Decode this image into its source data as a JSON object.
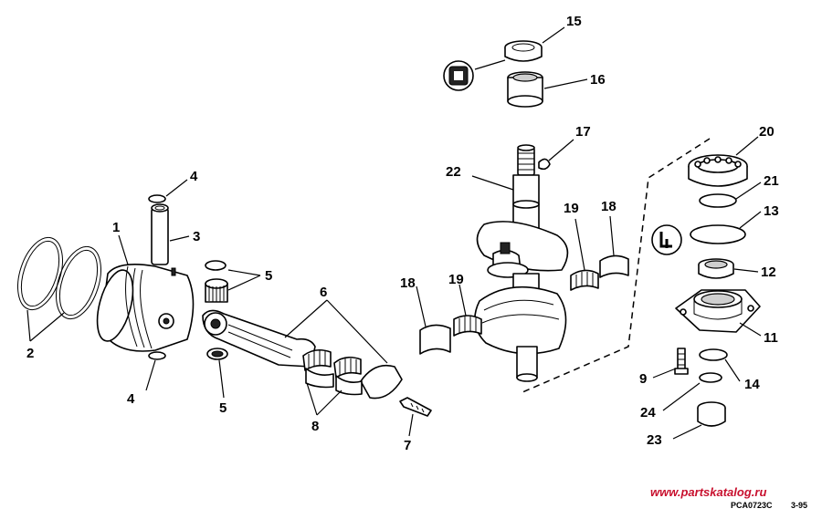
{
  "callouts": {
    "c1": "1",
    "c2": "2",
    "c3": "3",
    "c4a": "4",
    "c4b": "4",
    "c5a": "5",
    "c5b": "5",
    "c6": "6",
    "c7": "7",
    "c8": "8",
    "c9": "9",
    "c11": "11",
    "c12": "12",
    "c13": "13",
    "c14": "14",
    "c15": "15",
    "c16": "16",
    "c17": "17",
    "c18a": "18",
    "c18b": "18",
    "c19a": "19",
    "c19b": "19",
    "c20": "20",
    "c21": "21",
    "c22": "22",
    "c23": "23",
    "c24": "24"
  },
  "footer": {
    "watermark": "www.partskatalog.ru",
    "drawing_code": "PCA0723C",
    "revision": "3-95"
  }
}
